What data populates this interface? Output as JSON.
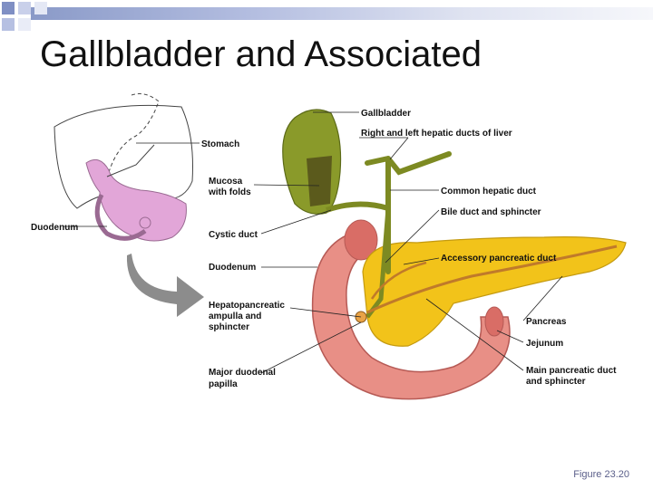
{
  "slide": {
    "title": "Gallbladder and Associated",
    "credit": "Figure 23.20"
  },
  "diagram": {
    "labels": {
      "gallbladder": "Gallbladder",
      "hepatic_ducts": "Right and left hepatic ducts of liver",
      "stomach": "Stomach",
      "mucosa_1": "Mucosa",
      "mucosa_2": "with folds",
      "common_hepatic": "Common hepatic duct",
      "bile_duct": "Bile duct and sphincter",
      "duodenum_small": "Duodenum",
      "cystic_duct": "Cystic duct",
      "accessory_duct": "Accessory pancreatic duct",
      "duodenum": "Duodenum",
      "hepato_1": "Hepatopancreatic",
      "hepato_2": "ampulla and",
      "hepato_3": "sphincter",
      "pancreas": "Pancreas",
      "jejunum": "Jejunum",
      "papilla_1": "Major duodenal",
      "papilla_2": "papilla",
      "main_duct_1": "Main pancreatic duct",
      "main_duct_2": "and sphincter"
    },
    "colors": {
      "gallbladder": "#8a9a2a",
      "pancreas": "#f2c31a",
      "duodenum": "#e88f86",
      "duct": "#c07a2a",
      "inset_organ": "#e2a6d8",
      "arrow": "#8c8c8c"
    }
  }
}
